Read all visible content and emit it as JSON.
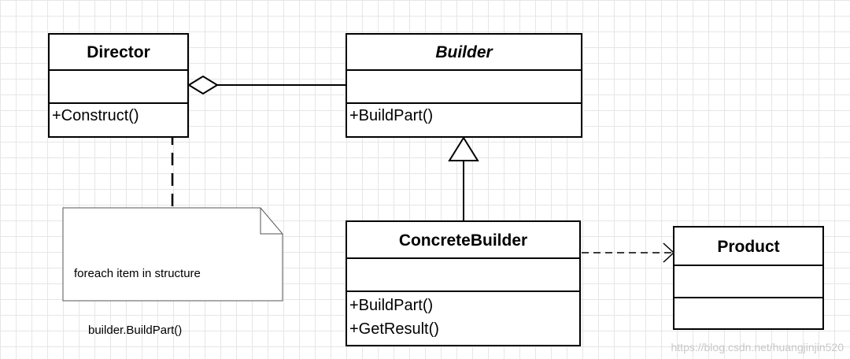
{
  "classes": {
    "director": {
      "name": "Director",
      "operations": [
        "+Construct()"
      ]
    },
    "builder": {
      "name": "Builder",
      "abstract": true,
      "operations": [
        "+BuildPart()"
      ]
    },
    "concrete_builder": {
      "name": "ConcreteBuilder",
      "operations": [
        "+BuildPart()",
        "+GetResult()"
      ]
    },
    "product": {
      "name": "Product",
      "operations": []
    }
  },
  "note": {
    "line1": "foreach item in structure",
    "line2": "builder.BuildPart()"
  },
  "relationships": [
    {
      "type": "aggregation",
      "from": "Director",
      "to": "Builder"
    },
    {
      "type": "generalization",
      "from": "ConcreteBuilder",
      "to": "Builder"
    },
    {
      "type": "dependency",
      "from": "ConcreteBuilder",
      "to": "Product"
    },
    {
      "type": "note-anchor",
      "from": "note",
      "to": "Director.Construct()"
    }
  ],
  "watermark": "https://blog.csdn.net/huangjinjin520"
}
